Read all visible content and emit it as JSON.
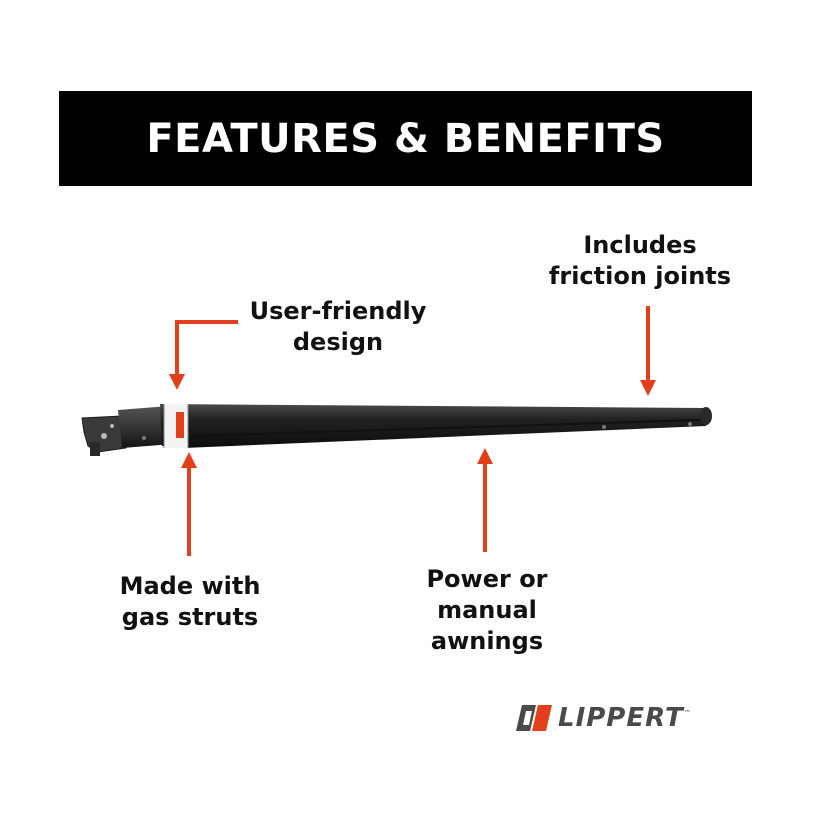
{
  "banner": {
    "title": "FEATURES & BENEFITS"
  },
  "callouts": {
    "friction_joints": "Includes\nfriction joints",
    "user_friendly": "User-friendly\ndesign",
    "gas_struts": "Made with\ngas struts",
    "power_manual": "Power or\nmanual\nawnings"
  },
  "brand": {
    "name": "LIPPERT",
    "trademark": "™"
  },
  "colors": {
    "banner_bg": "#000000",
    "banner_text": "#ffffff",
    "arrow": "#e2401c",
    "text": "#111111",
    "logo_gray": "#4a4a4a",
    "logo_orange": "#e2401c",
    "arm": "#1c1c1c"
  },
  "icons": {
    "logo_mark": "lippert-logo-mark-icon",
    "arrow": "callout-arrow-icon"
  }
}
